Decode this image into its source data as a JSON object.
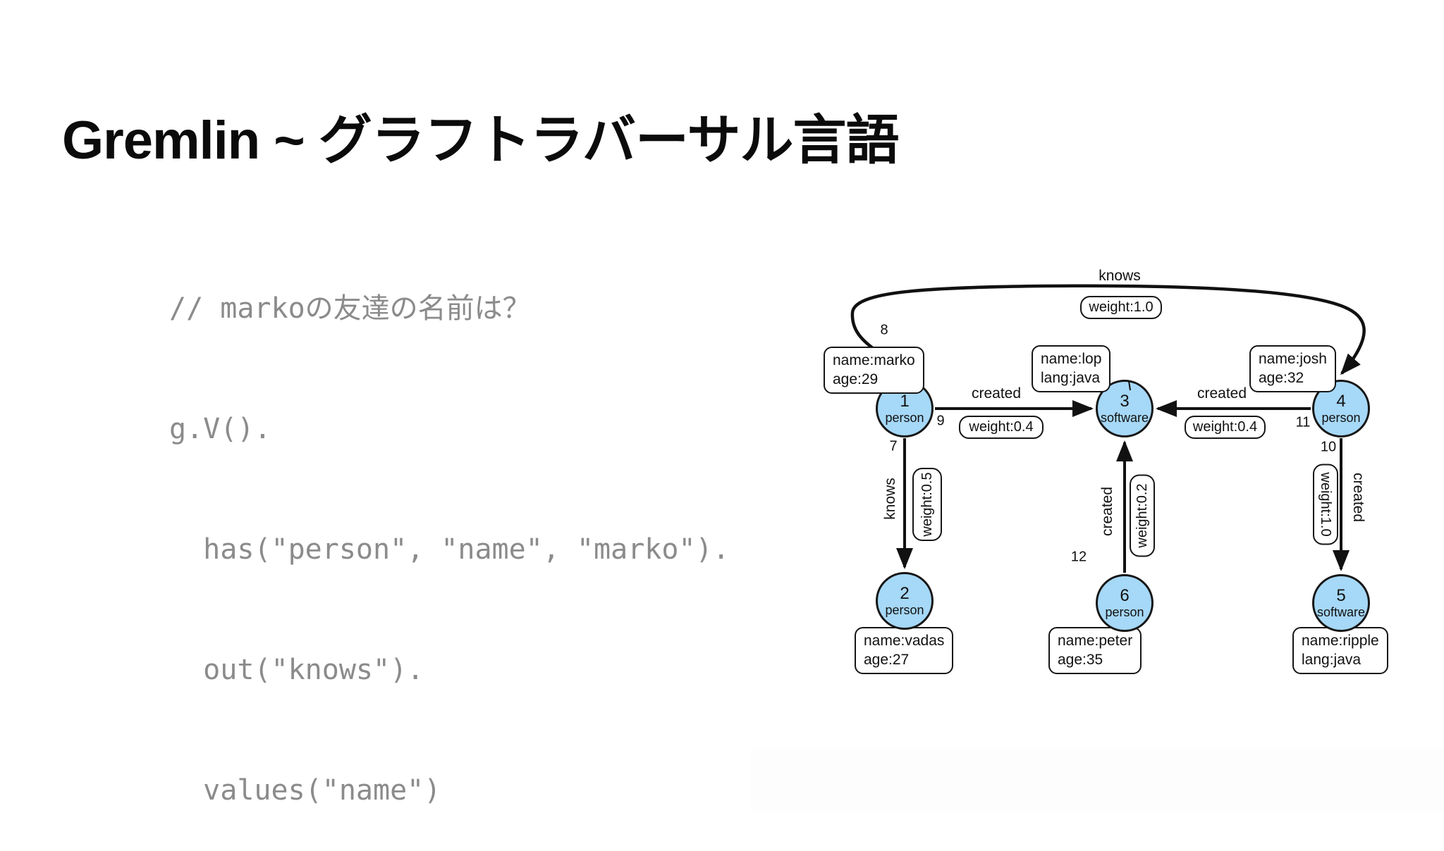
{
  "slide": {
    "title": "Gremlin ~ グラフトラバーサル言語",
    "code": {
      "lines": [
        "// markoの友達の名前は？",
        "g.V().",
        "  has(\"person\", \"name\", \"marko\").",
        "  out(\"knows\").",
        "  values(\"name\")"
      ]
    }
  },
  "graph": {
    "colors": {
      "node_fill": "#a6d8f7",
      "node_border": "#161616"
    },
    "nodes": [
      {
        "id": "1",
        "label": "person",
        "properties": [
          "name:marko",
          "age:29"
        ]
      },
      {
        "id": "2",
        "label": "person",
        "properties": [
          "name:vadas",
          "age:27"
        ]
      },
      {
        "id": "3",
        "label": "software",
        "properties": [
          "name:lop",
          "lang:java"
        ]
      },
      {
        "id": "4",
        "label": "person",
        "properties": [
          "name:josh",
          "age:32"
        ]
      },
      {
        "id": "5",
        "label": "software",
        "properties": [
          "name:ripple",
          "lang:java"
        ]
      },
      {
        "id": "6",
        "label": "person",
        "properties": [
          "name:peter",
          "age:35"
        ]
      }
    ],
    "edges": [
      {
        "id": "8",
        "label": "knows",
        "weight": "weight:1.0",
        "from": "1",
        "to": "4"
      },
      {
        "id": "9",
        "label": "created",
        "weight": "weight:0.4",
        "from": "1",
        "to": "3"
      },
      {
        "id": "11",
        "label": "created",
        "weight": "weight:0.4",
        "from": "4",
        "to": "3"
      },
      {
        "id": "7",
        "label": "knows",
        "weight": "weight:0.5",
        "from": "1",
        "to": "2"
      },
      {
        "id": "12",
        "label": "created",
        "weight": "weight:0.2",
        "from": "6",
        "to": "3"
      },
      {
        "id": "10",
        "label": "created",
        "weight": "weight:1.0",
        "from": "4",
        "to": "5"
      }
    ]
  }
}
